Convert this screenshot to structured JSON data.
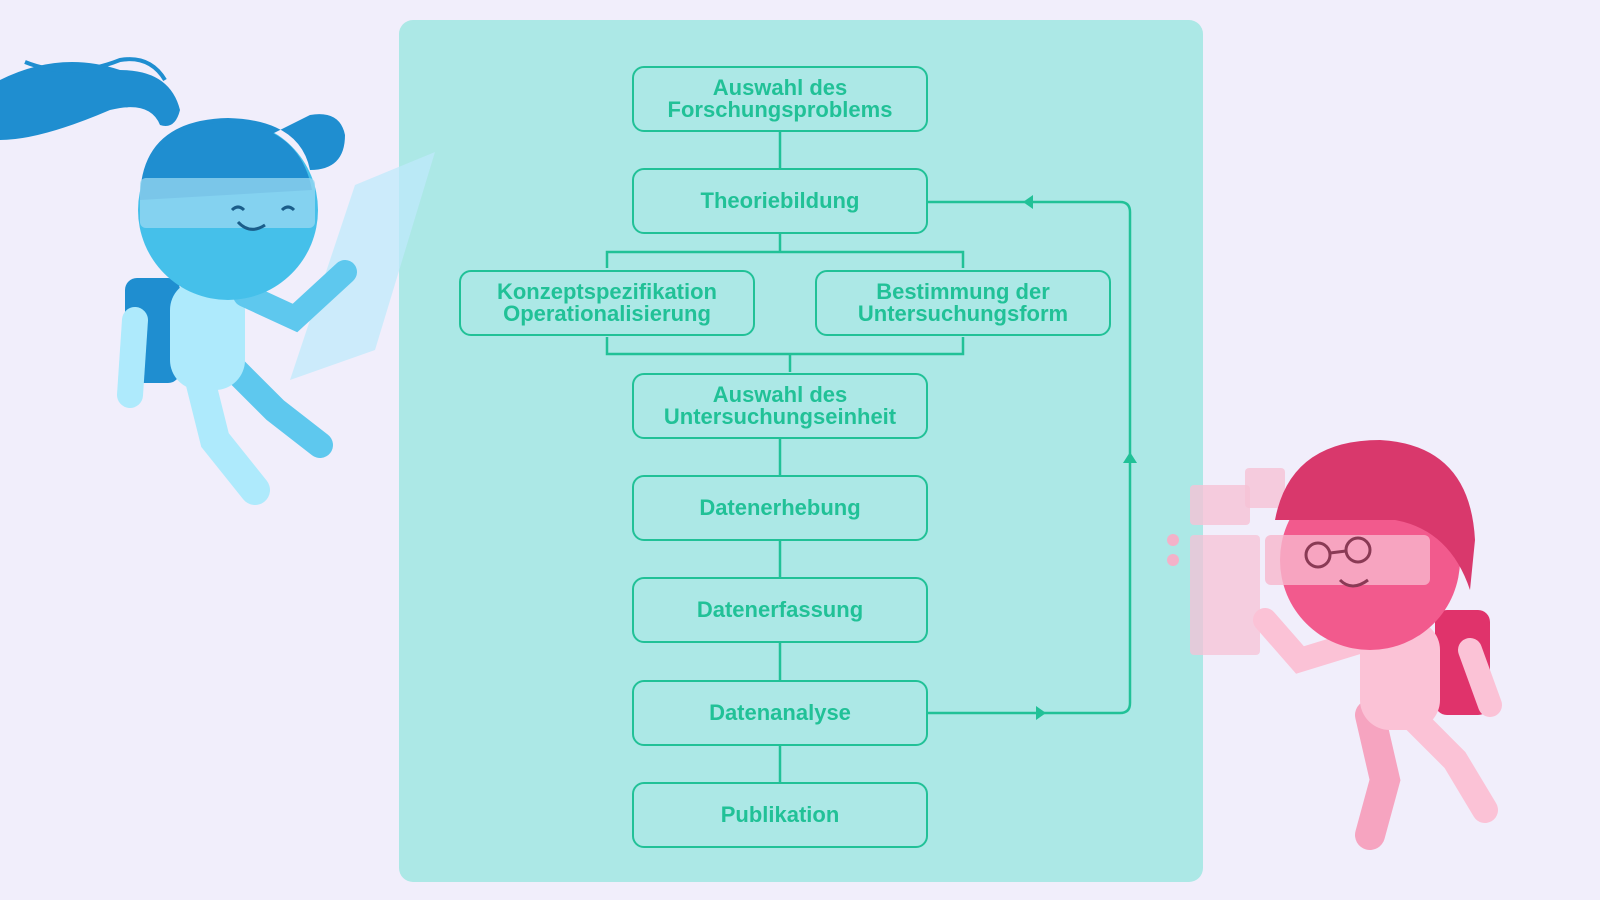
{
  "colors": {
    "background": "#f1eefb",
    "panel": "#ace8e6",
    "accent": "#21c197",
    "blue_character": "#1f8ed0",
    "pink_character": "#f0407a"
  },
  "icons": {
    "left_figure": "blue-astronaut-character",
    "right_figure": "pink-astronaut-character-with-glasses"
  },
  "flowchart": {
    "auswahl_problem": "Auswahl des\nForschungsproblems",
    "theoriebildung": "Theoriebildung",
    "konzeptspezifikation": "Konzeptspezifikation\nOperationalisierung",
    "bestimmung": "Bestimmung der\nUntersuchungsform",
    "auswahl_einheit": "Auswahl des\nUntersuchungseinheit",
    "datenerhebung": "Datenerhebung",
    "datenerfassung": "Datenerfassung",
    "datenanalyse": "Datenanalyse",
    "publikation": "Publikation"
  }
}
